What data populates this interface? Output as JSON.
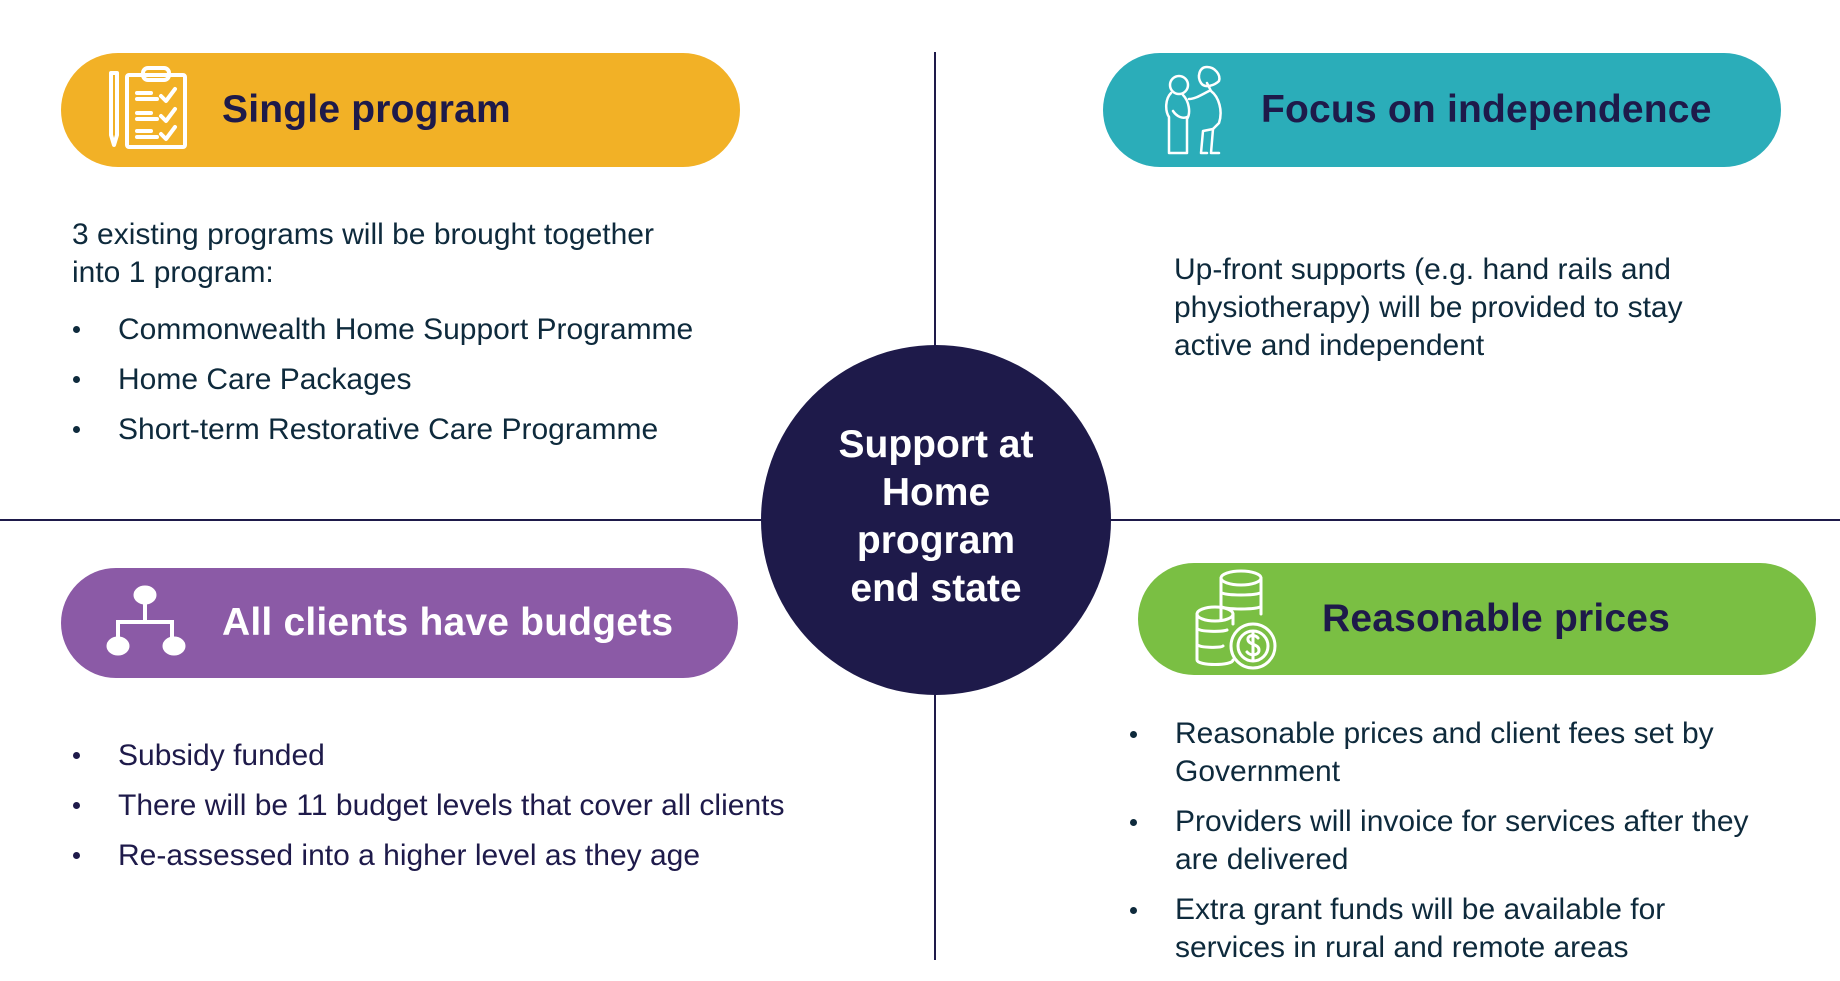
{
  "center": {
    "title": "Support at Home program end state",
    "color": "#1e1a4a"
  },
  "quadrants": {
    "top_left": {
      "title": "Single program",
      "icon": "clipboard-checklist-icon",
      "pill_color": "#f2b126",
      "intro": [
        "3 existing programs will be brought together",
        "into 1 program:"
      ],
      "bullets": [
        "Commonwealth Home Support Programme",
        "Home Care Packages",
        "Short-term Restorative Care Programme"
      ]
    },
    "top_right": {
      "title": "Focus on independence",
      "icon": "carer-assisting-elderly-icon",
      "pill_color": "#2badb9",
      "body": [
        "Up-front supports (e.g. hand rails and",
        "physiotherapy) will be provided to stay",
        "active and independent"
      ]
    },
    "bottom_left": {
      "title": "All clients have budgets",
      "icon": "hierarchy-tree-icon",
      "pill_color": "#8b5aa6",
      "bullets": [
        "Subsidy funded",
        "There will be 11 budget levels that cover all clients",
        "Re-assessed into a higher level as they age"
      ]
    },
    "bottom_right": {
      "title": "Reasonable prices",
      "icon": "coin-stacks-dollar-icon",
      "pill_color": "#7abf43",
      "bullets": [
        [
          "Reasonable prices and client fees set by",
          "Government"
        ],
        [
          "Providers will invoice for services after they",
          "are delivered"
        ],
        [
          "Extra grant funds will be available for",
          "services in rural and remote areas"
        ]
      ]
    }
  }
}
